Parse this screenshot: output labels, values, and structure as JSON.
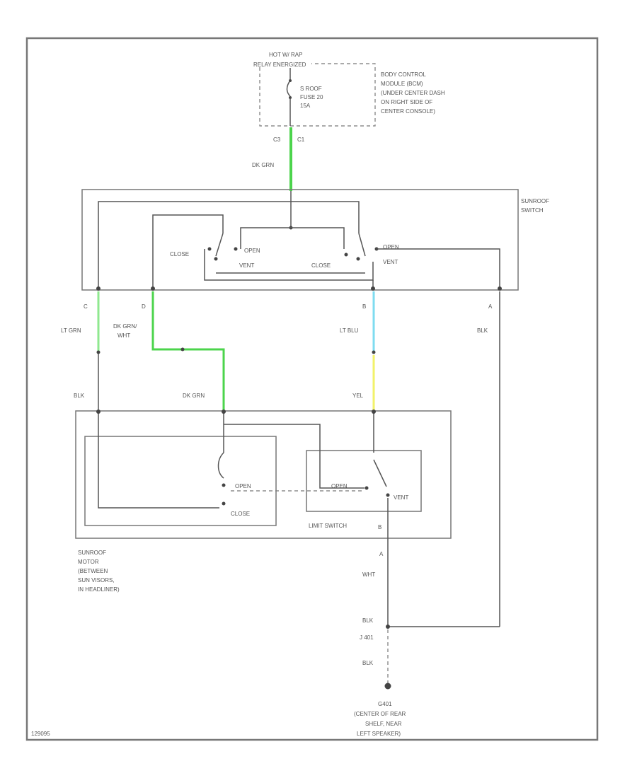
{
  "diagram_id": "129095",
  "top": {
    "hot_line1": "HOT W/ RAP",
    "hot_line2": "RELAY ENERGIZED",
    "fuse_line1": "S ROOF",
    "fuse_line2": "FUSE 20",
    "fuse_line3": "15A",
    "bcm_line1": "BODY CONTROL",
    "bcm_line2": "MODULE (BCM)",
    "bcm_line3": "(UNDER CENTER DASH",
    "bcm_line4": "ON RIGHT SIDE OF",
    "bcm_line5": "CENTER CONSOLE)",
    "conn_c3": "C3",
    "conn_c1": "C1"
  },
  "switch": {
    "title1": "SUNROOF",
    "title2": "SWITCH",
    "close_left": "CLOSE",
    "open_left": "OPEN",
    "vent_left": "VENT",
    "close_right": "CLOSE",
    "open_right": "OPEN",
    "vent_right": "VENT",
    "pin_c": "C",
    "pin_d": "D",
    "pin_b": "B",
    "pin_a": "A"
  },
  "wires": {
    "dk_grn_top": "DK GRN",
    "lt_grn": "LT GRN",
    "dk_grn_wht1": "DK GRN/",
    "dk_grn_wht2": "WHT",
    "lt_blu": "LT BLU",
    "blk_right": "BLK",
    "blk_left": "BLK",
    "dk_grn_motor": "DK GRN",
    "yel": "YEL",
    "wht": "WHT",
    "blk_lower": "BLK",
    "blk_ground": "BLK",
    "splice": "J 401",
    "colors": {
      "dk_grn": "#4cd44c",
      "lt_grn": "#8fe88f",
      "lt_blu": "#7fdcf0",
      "yel": "#f2f26a",
      "blk": "#555555"
    }
  },
  "motor": {
    "open_left": "OPEN",
    "close": "CLOSE",
    "open_limit": "OPEN",
    "vent": "VENT",
    "limit_switch": "LIMIT SWITCH",
    "pin_b": "B",
    "pin_a": "A",
    "desc1": "SUNROOF",
    "desc2": "MOTOR",
    "desc3": "(BETWEEN",
    "desc4": "SUN VISORS,",
    "desc5": "IN HEADLINER)"
  },
  "ground": {
    "line1": "G401",
    "line2": "(CENTER OF REAR",
    "line3": "SHELF, NEAR",
    "line4": "LEFT SPEAKER)"
  }
}
